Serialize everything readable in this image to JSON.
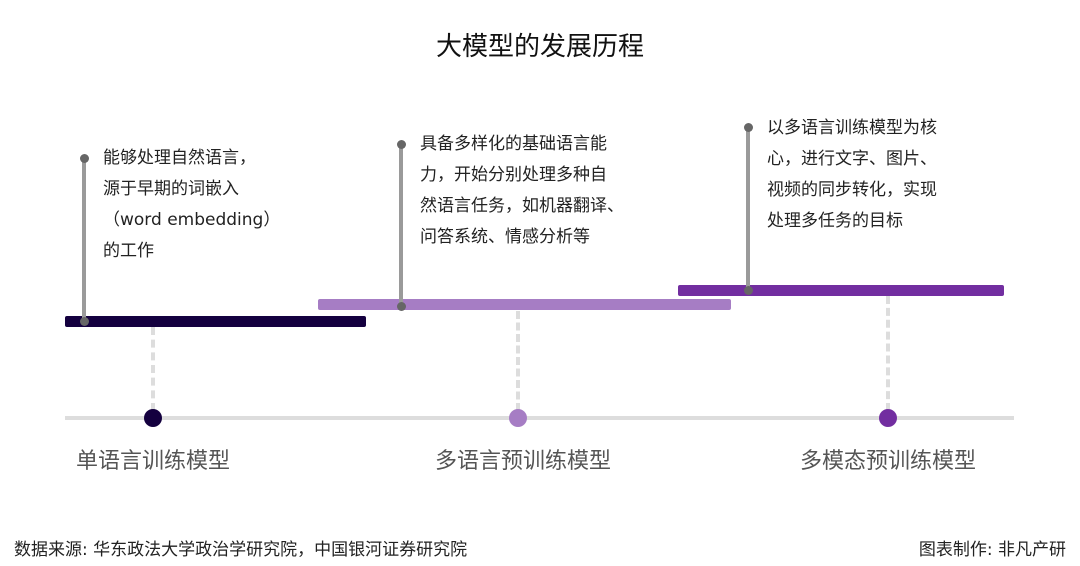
{
  "title": "大模型的发展历程",
  "stages": [
    {
      "label": "单语言训练模型",
      "color": "#14003f",
      "description": [
        "能够处理自然语言，",
        "源于早期的词嵌入",
        "（word embedding）",
        "的工作"
      ]
    },
    {
      "label": "多语言预训练模型",
      "color": "#a67dc4",
      "description": [
        "具备多样化的基础语言能",
        "力，开始分别处理多种自",
        "然语言任务，如机器翻译、",
        "问答系统、情感分析等"
      ]
    },
    {
      "label": "多模态预训练模型",
      "color": "#722ea0",
      "description": [
        "以多语言训练模型为核",
        "心，进行文字、图片、",
        "视频的同步转化，实现",
        "处理多任务的目标"
      ]
    }
  ],
  "footer": {
    "source": "数据来源: 华东政法大学政治学研究院，中国银河证券研究院",
    "credit": "图表制作: 非凡产研"
  }
}
